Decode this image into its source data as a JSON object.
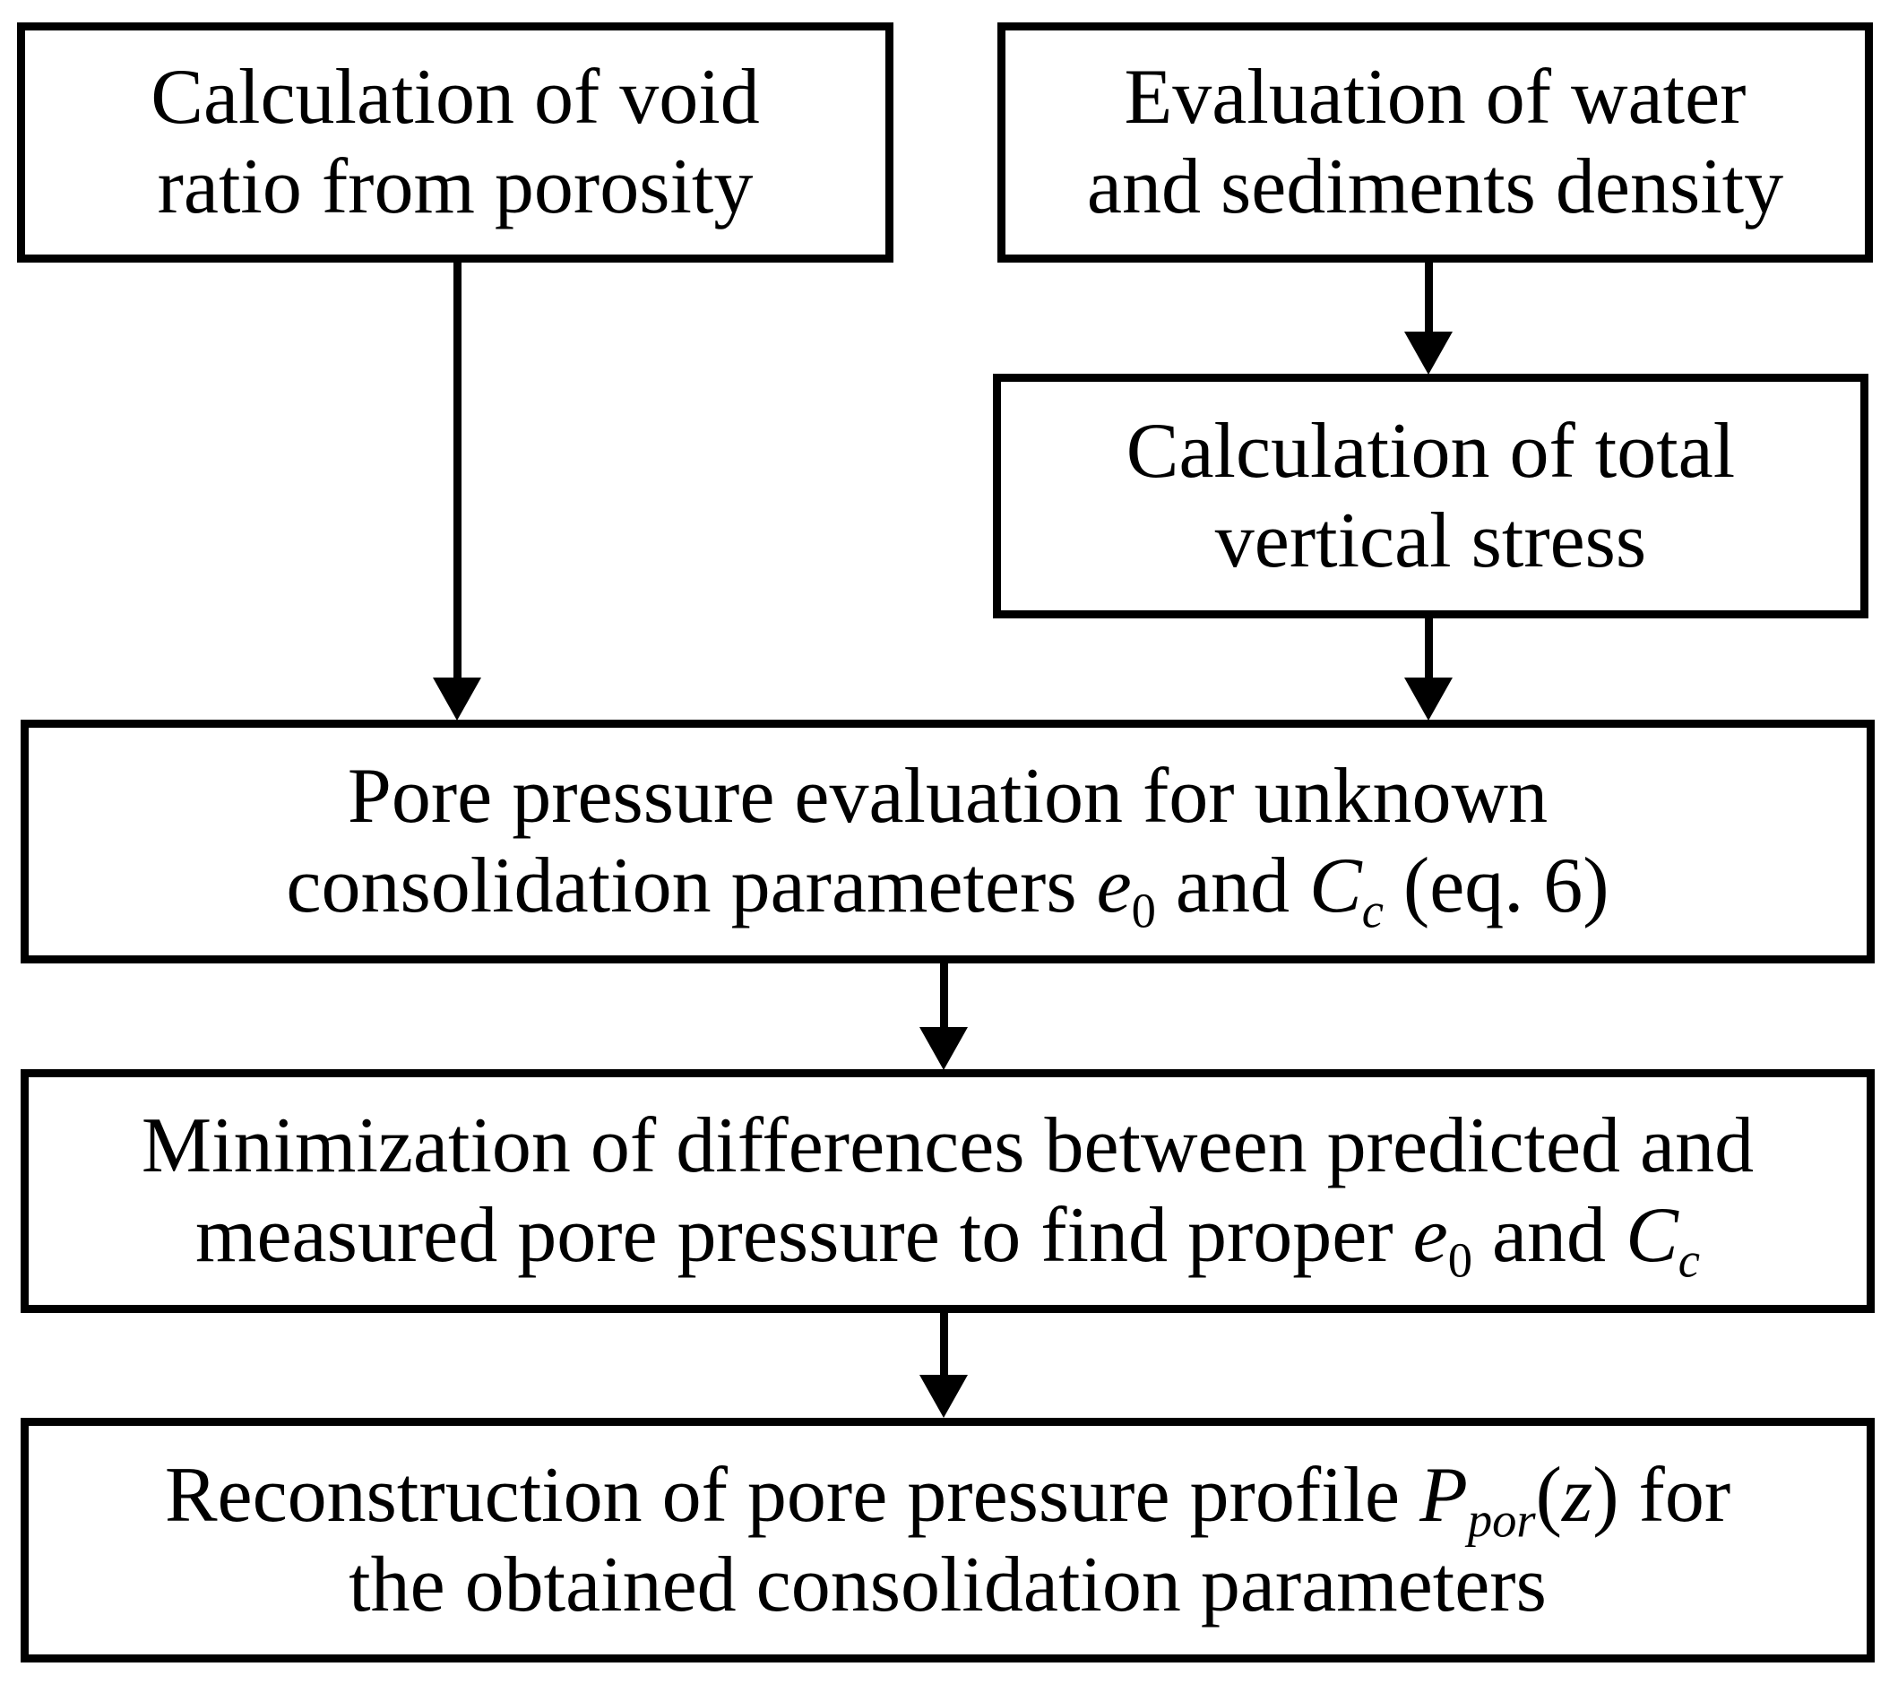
{
  "colors": {
    "border": "#000000",
    "background": "#ffffff",
    "text": "#000000",
    "arrow": "#000000"
  },
  "boxes": [
    {
      "name": "calc-void-ratio",
      "lines": [
        [
          {
            "text": "Calculation of void"
          }
        ],
        [
          {
            "text": "ratio from porosity"
          }
        ]
      ]
    },
    {
      "name": "eval-water-sediment-density",
      "lines": [
        [
          {
            "text": "Evaluation of water"
          }
        ],
        [
          {
            "text": "and sediments density"
          }
        ]
      ]
    },
    {
      "name": "calc-total-vertical-stress",
      "lines": [
        [
          {
            "text": "Calculation of total"
          }
        ],
        [
          {
            "text": "vertical stress"
          }
        ]
      ]
    },
    {
      "name": "pore-pressure-evaluation",
      "lines": [
        [
          {
            "text": "Pore pressure evaluation for unknown"
          }
        ],
        [
          {
            "text": "consolidation parameters "
          },
          {
            "text": "e",
            "italic": true
          },
          {
            "text": "0",
            "sub": true
          },
          {
            "text": " and "
          },
          {
            "text": "C",
            "italic": true
          },
          {
            "text": "c",
            "sub": true,
            "italic": true
          },
          {
            "text": " (eq. 6)"
          }
        ]
      ]
    },
    {
      "name": "minimization-differences",
      "lines": [
        [
          {
            "text": "Minimization of differences between predicted and"
          }
        ],
        [
          {
            "text": "measured pore pressure to find proper "
          },
          {
            "text": "e",
            "italic": true
          },
          {
            "text": "0",
            "sub": true
          },
          {
            "text": " and "
          },
          {
            "text": "C",
            "italic": true
          },
          {
            "text": "c",
            "sub": true,
            "italic": true
          }
        ]
      ]
    },
    {
      "name": "reconstruction-pore-pressure-profile",
      "lines": [
        [
          {
            "text": "Reconstruction of pore pressure profile "
          },
          {
            "text": "P",
            "italic": true
          },
          {
            "text": "por",
            "sub": true,
            "italic": true
          },
          {
            "text": "("
          },
          {
            "text": "z",
            "italic": true
          },
          {
            "text": ") for"
          }
        ],
        [
          {
            "text": "the obtained consolidation parameters"
          }
        ]
      ]
    }
  ],
  "arrows": [
    {
      "name": "arrow-void-ratio-to-pore-eval"
    },
    {
      "name": "arrow-density-to-vertical-stress"
    },
    {
      "name": "arrow-vertical-stress-to-pore-eval"
    },
    {
      "name": "arrow-pore-eval-to-minimization"
    },
    {
      "name": "arrow-minimization-to-reconstruction"
    }
  ]
}
